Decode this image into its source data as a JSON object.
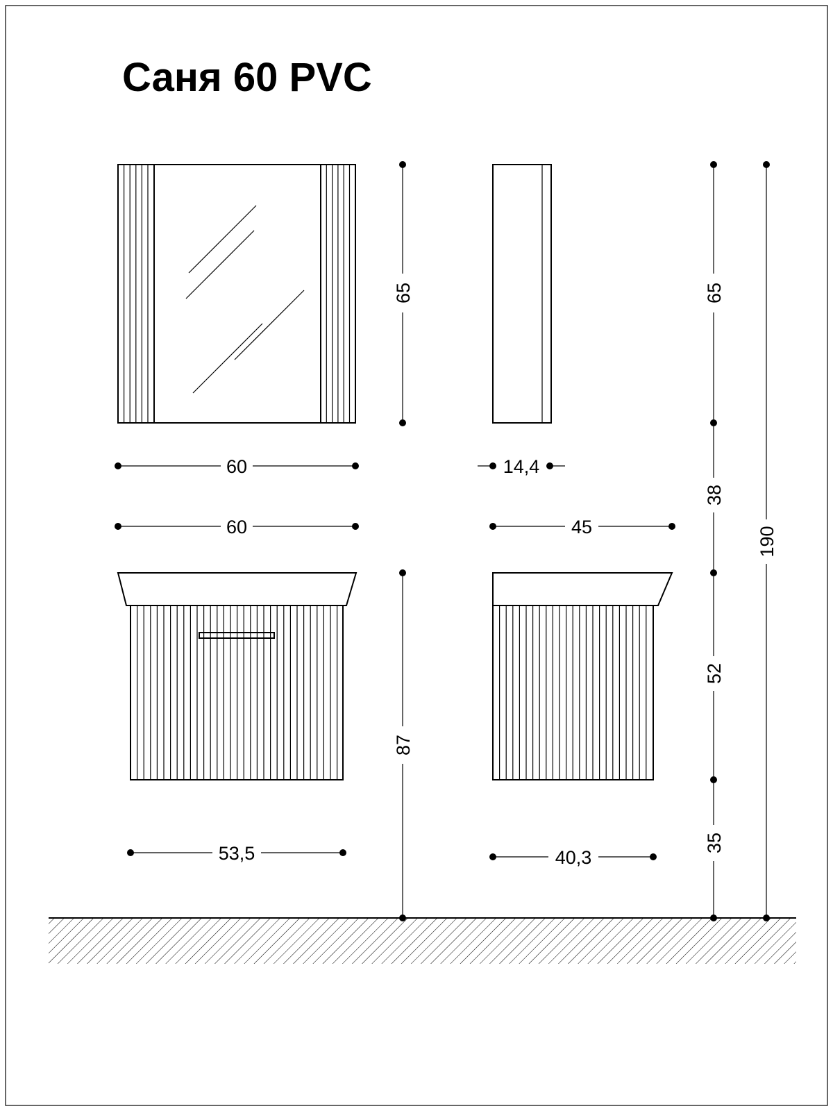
{
  "title": "Саня 60 PVC",
  "dimensions": {
    "mirror_height": "65",
    "cabinet_height_right": "65",
    "mirror_width": "60",
    "mirror_depth": "14,4",
    "gap_height": "38",
    "total_height": "190",
    "vanity_top_width": "60",
    "vanity_top_depth": "45",
    "vanity_body_height": "52",
    "vanity_total_height": "87",
    "vanity_body_width": "53,5",
    "vanity_body_depth": "40,3",
    "floor_gap_height": "35"
  }
}
